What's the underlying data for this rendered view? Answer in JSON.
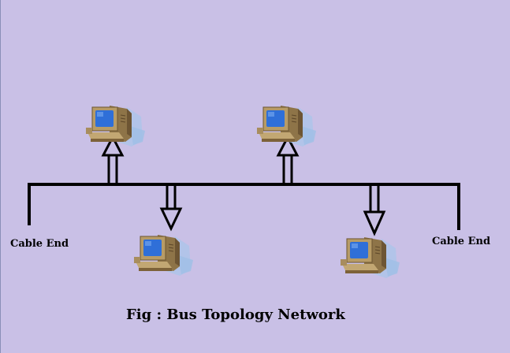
{
  "labels": {
    "cable_end_left": "Cable End",
    "cable_end_right": "Cable End",
    "caption": "Fig : Bus Topology Network"
  },
  "colors": {
    "background": "#c9c0e6",
    "bus_line": "#000000",
    "computer_body": "#a88d5e",
    "computer_screen": "#2f6fd8"
  },
  "nodes": [
    {
      "name": "computer-top-left",
      "icon": "desktop-computer-icon",
      "arrow_direction": "up"
    },
    {
      "name": "computer-top-right",
      "icon": "desktop-computer-icon",
      "arrow_direction": "up"
    },
    {
      "name": "computer-bottom-left",
      "icon": "desktop-computer-icon",
      "arrow_direction": "down"
    },
    {
      "name": "computer-bottom-right",
      "icon": "desktop-computer-icon",
      "arrow_direction": "down"
    }
  ]
}
